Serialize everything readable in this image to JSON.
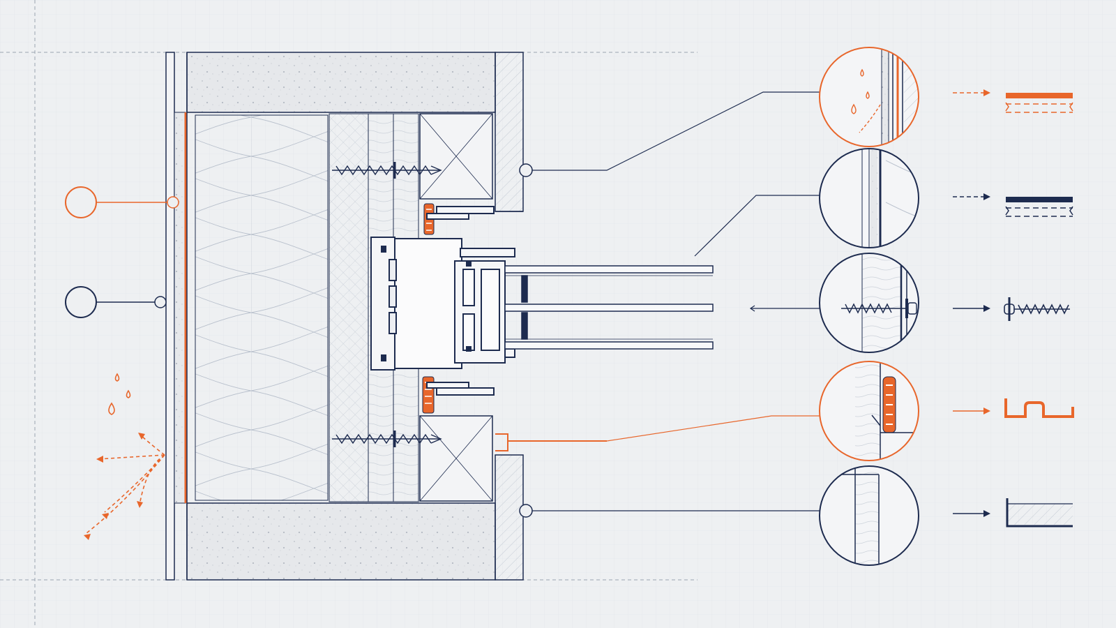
{
  "colors": {
    "background": "#eef0f2",
    "grid": "#dfe3e8",
    "navy": "#1d2b4f",
    "orange": "#e8662b",
    "hatch": "#c5ccd6",
    "concrete": "#e4e6e9"
  },
  "legend_items": [
    {
      "icon": "membrane-strip-orange-icon",
      "color": "orange"
    },
    {
      "icon": "membrane-strip-navy-icon",
      "color": "navy"
    },
    {
      "icon": "screw-icon",
      "color": "navy"
    },
    {
      "icon": "sealing-tape-profile-icon",
      "color": "orange"
    },
    {
      "icon": "timber-board-icon",
      "color": "navy"
    }
  ]
}
